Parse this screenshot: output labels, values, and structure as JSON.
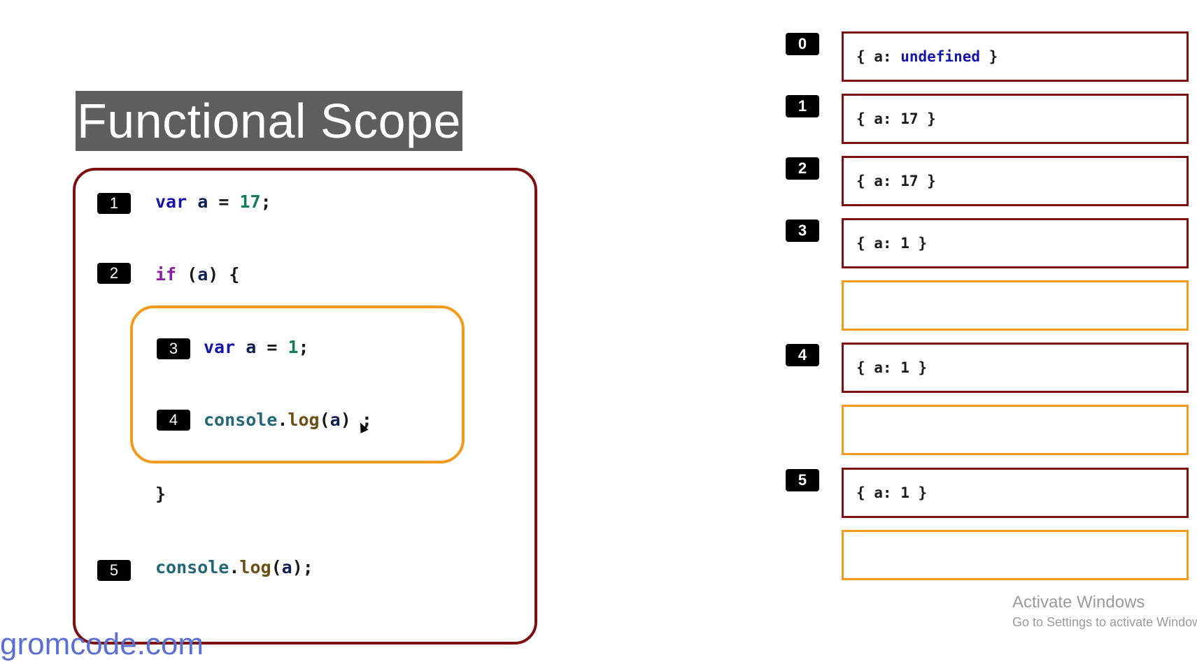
{
  "title": "Functional Scope",
  "code": {
    "lines": [
      {
        "badge": "1",
        "tokens": [
          "var",
          "a",
          "=",
          "17",
          ";"
        ]
      },
      {
        "badge": "2",
        "tokens": [
          "if",
          "(",
          "a",
          ")",
          "{"
        ]
      },
      {
        "badge": "3",
        "tokens": [
          "var",
          "a",
          "=",
          "1",
          ";"
        ]
      },
      {
        "badge": "4",
        "tokens": [
          "console",
          ".",
          "log",
          "(",
          "a",
          ")",
          ";"
        ]
      },
      {
        "closing": "}"
      },
      {
        "badge": "5",
        "tokens": [
          "console",
          ".",
          "log",
          "(",
          "a",
          ")",
          ";"
        ]
      }
    ]
  },
  "states": [
    {
      "badge": "0",
      "open": "{ a: ",
      "value": "undefined",
      "close": " }"
    },
    {
      "badge": "1",
      "text": "{ a: 17 }"
    },
    {
      "badge": "2",
      "text": "{ a: 17 }"
    },
    {
      "badge": "3",
      "text": "{ a: 1 }"
    },
    {
      "text": ""
    },
    {
      "badge": "4",
      "text": "{ a: 1 }"
    },
    {
      "text": ""
    },
    {
      "badge": "5",
      "text": "{ a: 1 }"
    },
    {
      "text": ""
    }
  ],
  "watermark": {
    "title": "Activate Windows",
    "subtitle": "Go to Settings to activate Windows."
  },
  "site": "gromcode.com",
  "colors": {
    "outer_scope": "#7d1010",
    "inner_scope": "#f39a1e",
    "title_bg": "#5e5e5e"
  }
}
